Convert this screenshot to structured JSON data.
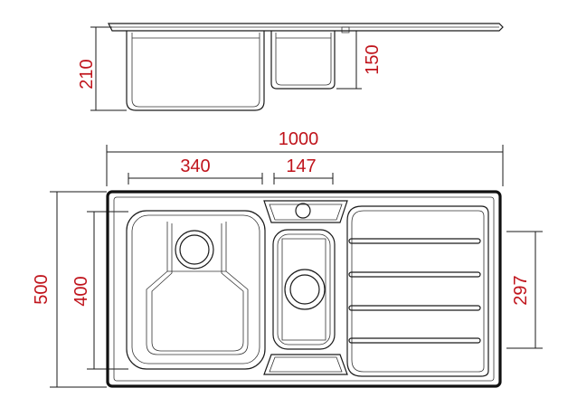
{
  "dimensions": {
    "overall_width": "1000",
    "overall_depth": "500",
    "main_bowl_width": "340",
    "main_bowl_length": "400",
    "main_bowl_depth": "210",
    "half_bowl_width": "147",
    "half_bowl_depth": "150",
    "drainer_length": "297"
  },
  "colors": {
    "dimension_text": "#c0141c",
    "linework": "#1a1a1a"
  }
}
